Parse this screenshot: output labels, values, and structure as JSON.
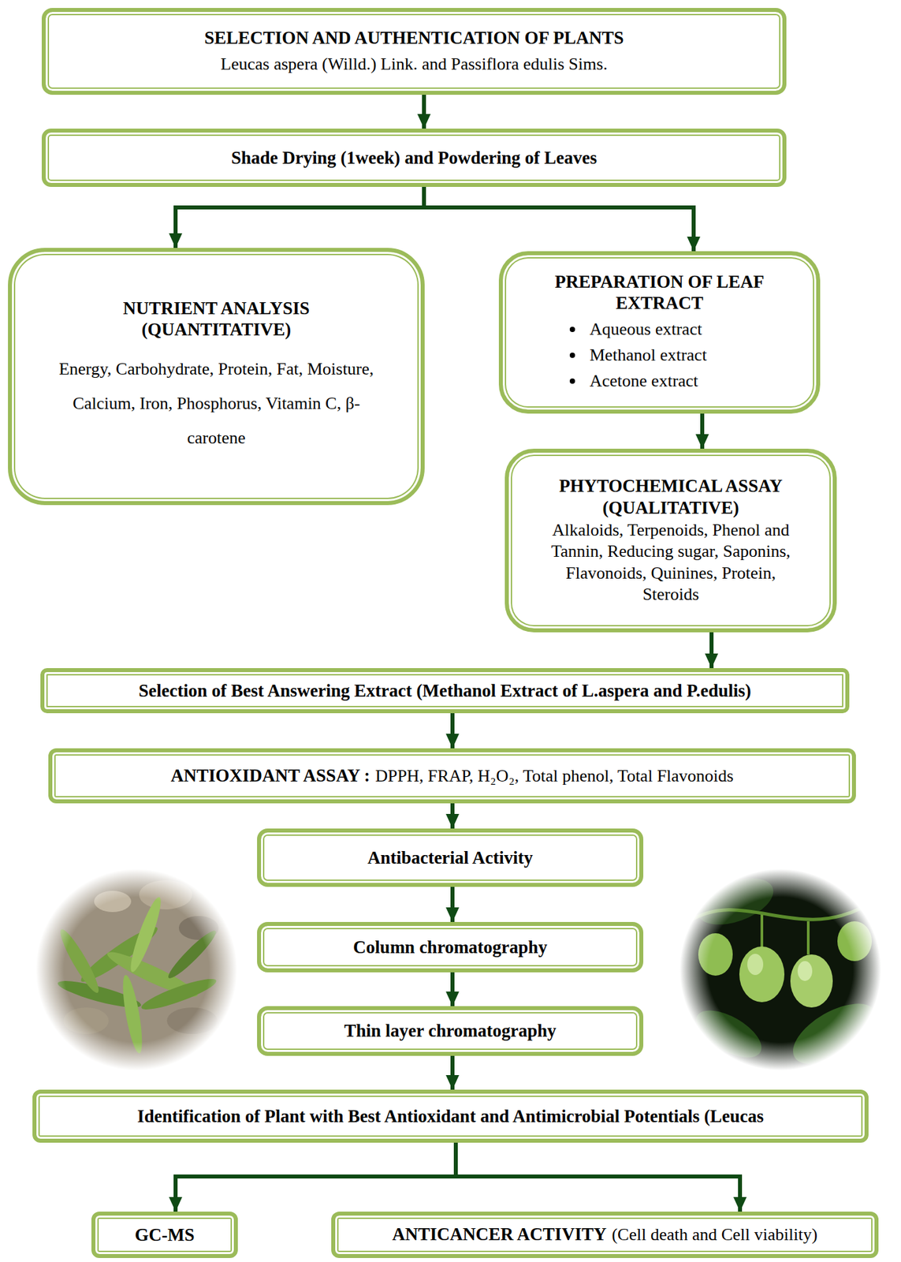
{
  "diagram": {
    "nodes": [
      {
        "text": [
          "SELECTION AND AUTHENTICATION OF PLANTS",
          "Leucas aspera (Willd.) Link. and Passiflora edulis Sims."
        ]
      },
      {
        "text": [
          "Shade Drying (1week) and Powdering of Leaves"
        ]
      },
      {
        "text": [
          "NUTRIENT ANALYSIS (QUANTITATIVE)",
          "Energy, Carbohydrate, Protein, Fat, Moisture, Calcium, Iron, Phosphorus, Vitamin C, β-carotene"
        ]
      },
      {
        "text": [
          "PREPARATION OF LEAF EXTRACT",
          "Aqueous extract",
          "Methanol extract",
          "Acetone extract"
        ]
      },
      {
        "text": [
          "PHYTOCHEMICAL ASSAY (QUALITATIVE)",
          "Alkaloids, Terpenoids, Phenol and Tannin, Reducing sugar, Saponins, Flavonoids, Quinines, Protein, Steroids"
        ]
      },
      {
        "text": [
          "Selection of Best Answering Extract (Methanol Extract of L.aspera and P.edulis)"
        ]
      },
      {
        "text": [
          "ANTIOXIDANT ASSAY :",
          "DPPH, FRAP, H₂O₂, Total phenol, Total Flavonoids"
        ]
      },
      {
        "text": [
          "Antibacterial Activity"
        ]
      },
      {
        "text": [
          "Column chromatography"
        ]
      },
      {
        "text": [
          "Thin layer chromatography"
        ]
      },
      {
        "text": [
          "Identification of Plant with Best Antioxidant and Antimicrobial Potentials (Leucas"
        ]
      },
      {
        "text": [
          "GC-MS"
        ]
      },
      {
        "text": [
          "ANTICANCER ACTIVITY",
          "(Cell death and Cell viability)"
        ]
      }
    ],
    "edges": [
      {
        "from": 0,
        "to": 1,
        "arrow": "to"
      },
      {
        "from": 1,
        "to": 2,
        "arrow": "to"
      },
      {
        "from": 1,
        "to": 3,
        "arrow": "to"
      },
      {
        "from": 3,
        "to": 4,
        "arrow": "to"
      },
      {
        "from": 4,
        "to": 5,
        "arrow": "to"
      },
      {
        "from": 5,
        "to": 6,
        "arrow": "to"
      },
      {
        "from": 6,
        "to": 7,
        "arrow": "to"
      },
      {
        "from": 7,
        "to": 8,
        "arrow": "to"
      },
      {
        "from": 8,
        "to": 9,
        "arrow": "to"
      },
      {
        "from": 9,
        "to": 10,
        "arrow": "to"
      },
      {
        "from": 10,
        "to": 11,
        "arrow": "to"
      },
      {
        "from": 10,
        "to": 12,
        "arrow": "to"
      }
    ]
  }
}
